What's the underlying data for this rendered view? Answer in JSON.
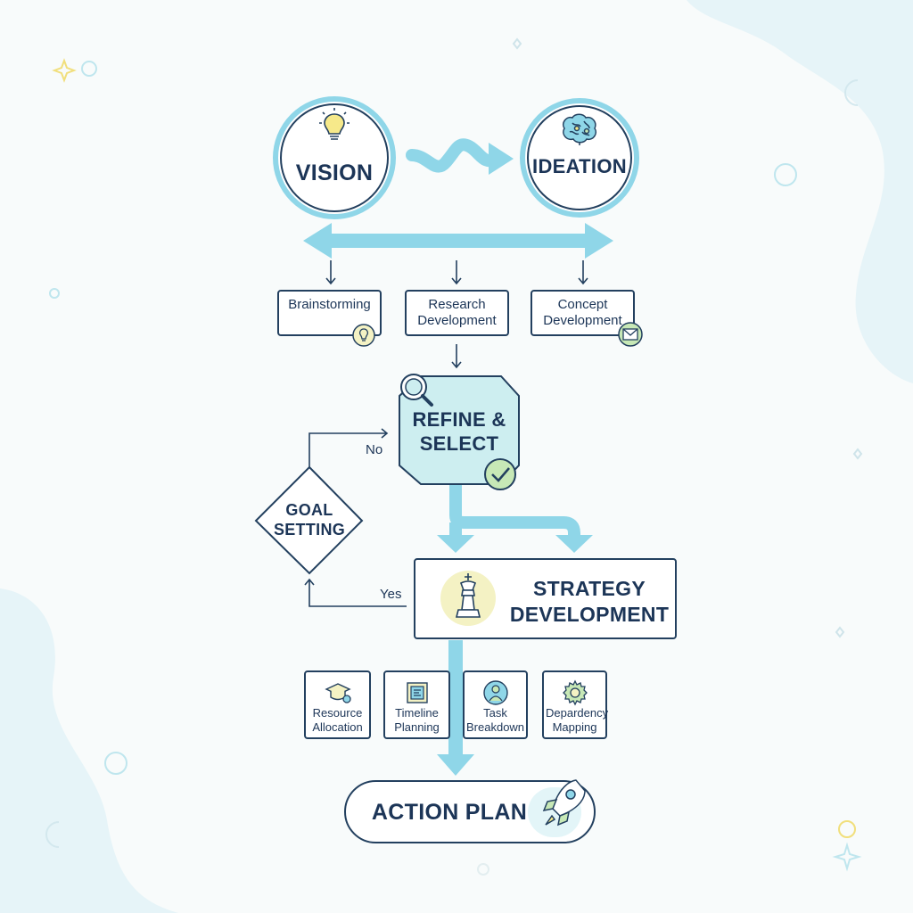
{
  "nodes": {
    "vision": "VISION",
    "ideation": "IDEATION",
    "brainstorming": "Brainstorming",
    "research": [
      "Research",
      "Development"
    ],
    "concept": [
      "Concept",
      "Development"
    ],
    "refine": [
      "REFINE &",
      "SELECT"
    ],
    "goal": [
      "GOAL",
      "SETTING"
    ],
    "strategy": [
      "STRATEGY",
      "DEVELOPMENT"
    ],
    "resource": [
      "Resource",
      "Allocation"
    ],
    "timeline": [
      "Timeline",
      "Planning"
    ],
    "task": [
      "Task",
      "Breakdown"
    ],
    "dependency": [
      "Depardency",
      "Mapping"
    ],
    "action": "ACTION PLAN"
  },
  "edges": {
    "no_label": "No",
    "yes_label": "Yes"
  },
  "icons": {
    "vision": "lightbulb-icon",
    "ideation": "brain-icon",
    "brainstorming": "lightbulb-badge-icon",
    "concept": "envelope-badge-icon",
    "refine_search": "magnifier-icon",
    "refine_check": "checkmark-badge-icon",
    "strategy": "chess-king-icon",
    "resource": "graduation-cap-icon",
    "timeline": "calendar-icon",
    "task": "person-icon",
    "dependency": "gear-icon",
    "action": "rocket-icon"
  },
  "colors": {
    "arrow": "#8fd6e8",
    "outline": "#23405f",
    "accent_fill": "#cdeef0",
    "highlight": "#f4f2c4",
    "badge_green": "#c7e8b6"
  }
}
